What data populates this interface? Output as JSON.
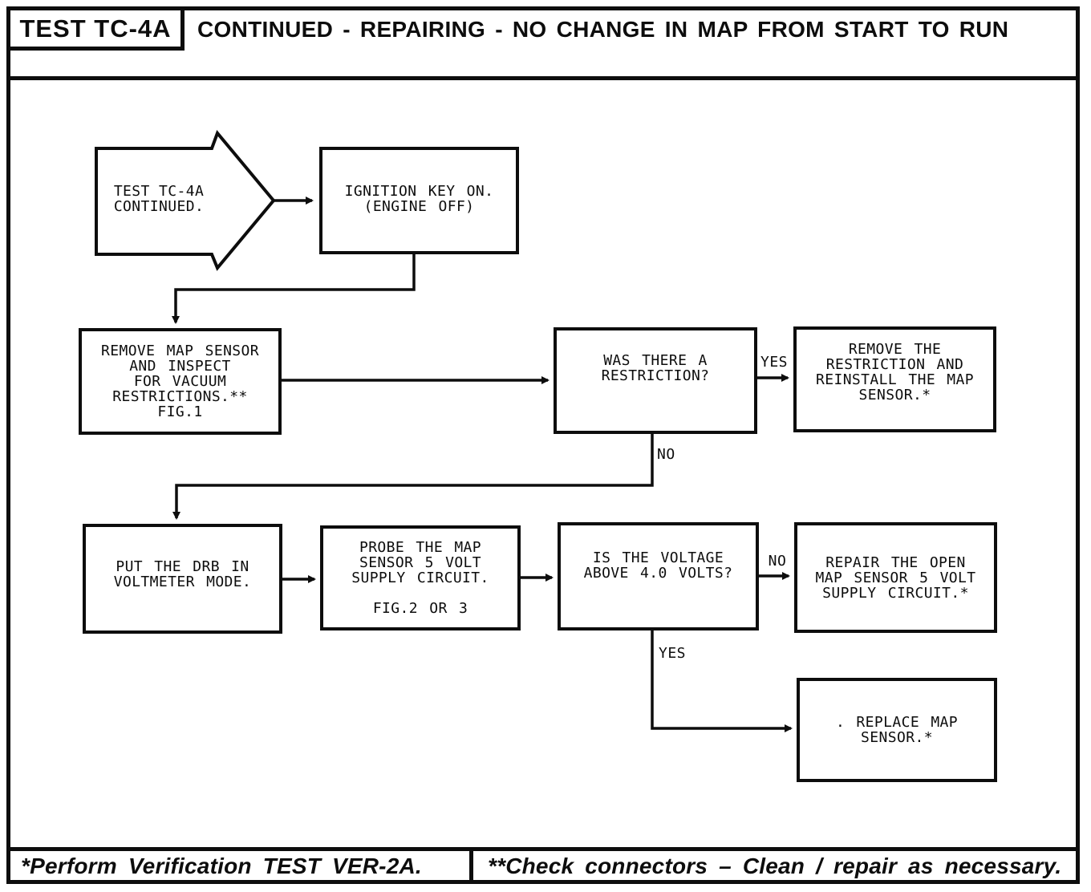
{
  "header": {
    "test_id": "TEST TC-4A",
    "title": "CONTINUED - REPAIRING - NO CHANGE IN MAP FROM START TO RUN"
  },
  "flowchart": {
    "start": {
      "lines": [
        "TEST TC-4A",
        "CONTINUED."
      ]
    },
    "nodes": {
      "ignition": {
        "lines": [
          "IGNITION KEY ON.",
          "(ENGINE OFF)"
        ]
      },
      "remove_map": {
        "lines": [
          "REMOVE MAP SENSOR",
          "AND INSPECT",
          "FOR VACUUM",
          "RESTRICTIONS.**",
          "FIG.1"
        ]
      },
      "was_restriction": {
        "lines": [
          "WAS THERE A",
          "RESTRICTION?"
        ]
      },
      "remove_restriction": {
        "lines": [
          "REMOVE THE",
          "RESTRICTION AND",
          "REINSTALL THE MAP",
          "SENSOR.*"
        ]
      },
      "put_drb": {
        "lines": [
          "PUT THE DRB IN",
          "VOLTMETER MODE."
        ]
      },
      "probe": {
        "lines": [
          "PROBE THE MAP",
          "SENSOR 5 VOLT",
          "SUPPLY CIRCUIT.",
          "",
          "FIG.2 OR 3"
        ]
      },
      "is_voltage": {
        "lines": [
          "IS THE VOLTAGE",
          "ABOVE 4.0 VOLTS?"
        ]
      },
      "repair": {
        "lines": [
          "REPAIR THE OPEN",
          "MAP SENSOR 5 VOLT",
          "SUPPLY CIRCUIT.*"
        ]
      },
      "replace": {
        "lines": [
          ". REPLACE MAP",
          "SENSOR.*"
        ]
      }
    },
    "labels": {
      "yes1": "YES",
      "no1": "NO",
      "no2": "NO",
      "yes2": "YES"
    }
  },
  "footer": {
    "note1": "*Perform Verification TEST VER-2A.",
    "note2": "**Check connectors – Clean / repair as necessary."
  },
  "colors": {
    "ink": "#0d0d0d",
    "paper": "#ffffff"
  }
}
